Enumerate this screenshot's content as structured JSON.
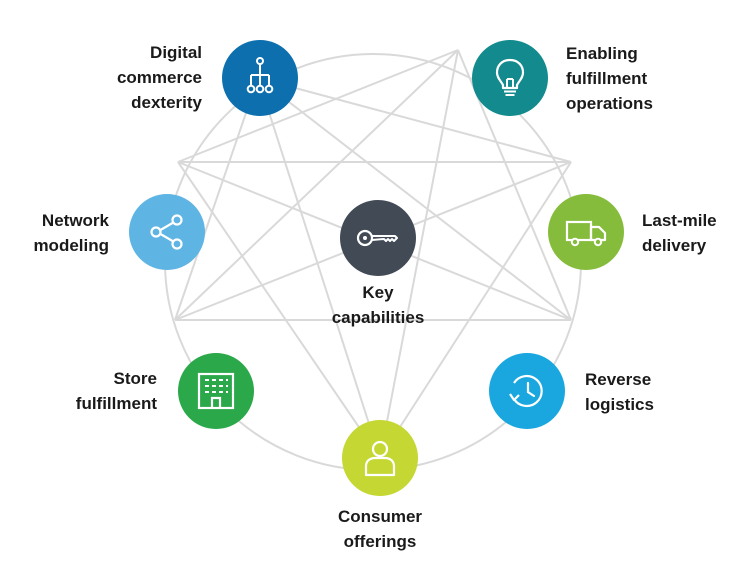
{
  "center": {
    "label_lines": [
      "Key",
      "capabilities"
    ],
    "color": "#414a55",
    "icon": "key-icon"
  },
  "capabilities": [
    {
      "id": "digital-commerce",
      "label_lines": [
        "Digital",
        "commerce",
        "dexterity"
      ],
      "color": "#0d6fae",
      "icon": "hierarchy-icon"
    },
    {
      "id": "enabling-fulfillment",
      "label_lines": [
        "Enabling",
        "fulfillment",
        "operations"
      ],
      "color": "#138a8d",
      "icon": "lightbulb-icon"
    },
    {
      "id": "last-mile",
      "label_lines": [
        "Last-mile",
        "delivery"
      ],
      "color": "#86bc3b",
      "icon": "truck-icon"
    },
    {
      "id": "reverse-logistics",
      "label_lines": [
        "Reverse",
        "logistics"
      ],
      "color": "#1aa7df",
      "icon": "clock-icon"
    },
    {
      "id": "consumer-offerings",
      "label_lines": [
        "Consumer",
        "offerings"
      ],
      "color": "#c5d733",
      "icon": "person-icon"
    },
    {
      "id": "store-fulfillment",
      "label_lines": [
        "Store",
        "fulfillment"
      ],
      "color": "#2ba84a",
      "icon": "building-icon"
    },
    {
      "id": "network-modeling",
      "label_lines": [
        "Network",
        "modeling"
      ],
      "color": "#5eb4e3",
      "icon": "share-icon"
    }
  ],
  "line_color": "#d9d9d9"
}
